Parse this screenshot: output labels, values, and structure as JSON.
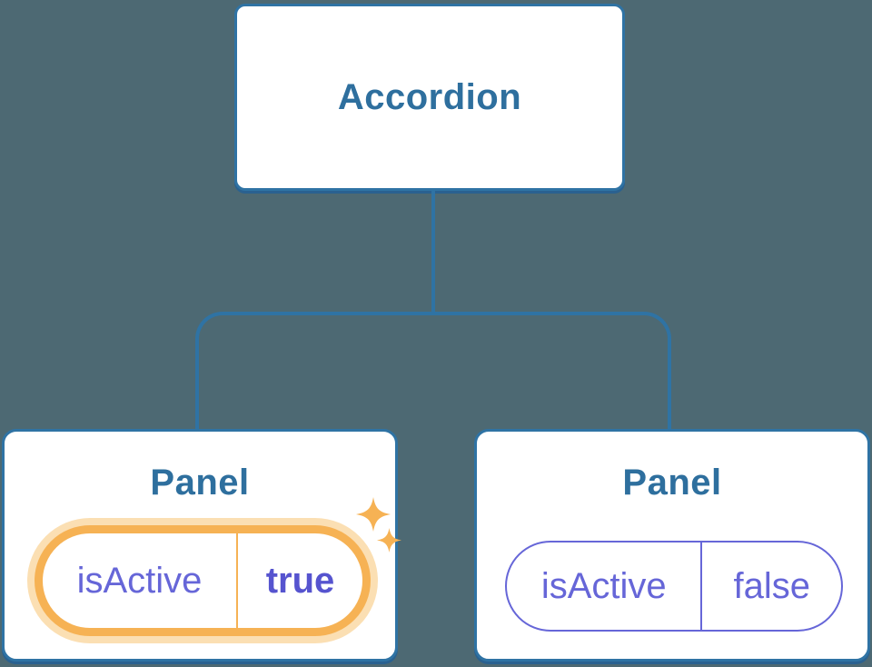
{
  "colors": {
    "background": "#4D6973",
    "node-border": "#2F73A4",
    "node-shadow": "#2A6190",
    "node-fill": "#FFFFFF",
    "node-text": "#2E6F9E",
    "state-purple": "#6666D8",
    "state-purple-bold": "#5654CF",
    "highlight-orange": "#F6B254",
    "highlight-glow": "#FBDFB3"
  },
  "tree": {
    "root": {
      "label": "Accordion"
    },
    "panels": [
      {
        "title": "Panel",
        "state": {
          "key": "isActive",
          "value": "true"
        },
        "highlighted": true,
        "highlight_icon": "sparkles"
      },
      {
        "title": "Panel",
        "state": {
          "key": "isActive",
          "value": "false"
        },
        "highlighted": false
      }
    ]
  }
}
